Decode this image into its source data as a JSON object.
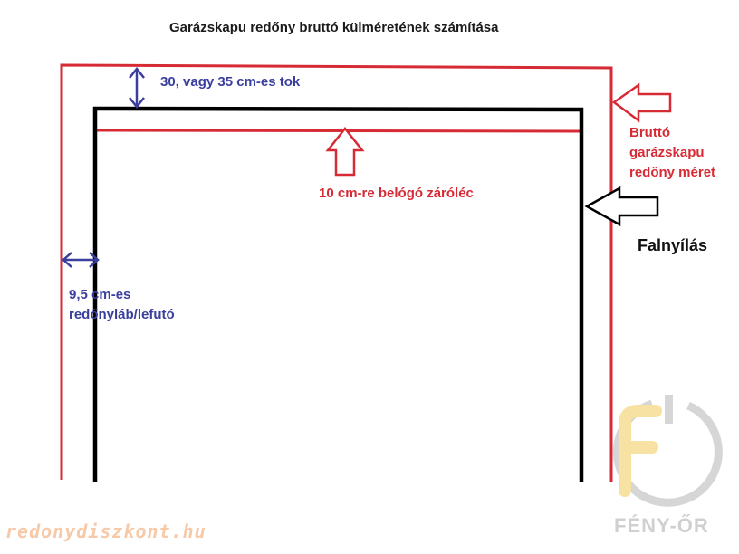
{
  "title": "Garázskapu redőny bruttó külméretének számítása",
  "labels": {
    "tok": "30, vagy 35 cm-es tok",
    "zarolec": "10 cm-re belógó záróléc",
    "brutto": [
      "Bruttó",
      "garázskapu",
      "redőny méret"
    ],
    "falnyilas": "Falnyílás",
    "lab": [
      "9,5 cm-es",
      "redőnyláb/lefutó"
    ]
  },
  "watermarks": {
    "url": "redonydiszkont.hu",
    "logo": "FÉNY-ŐR"
  },
  "colors": {
    "red": "#d62b35",
    "black": "#000000",
    "blue": "#3a3f9e",
    "watermark_orange": "#f6c9a8",
    "logo_yellow": "#f7e2a4",
    "logo_gray": "#d6d6d6"
  }
}
